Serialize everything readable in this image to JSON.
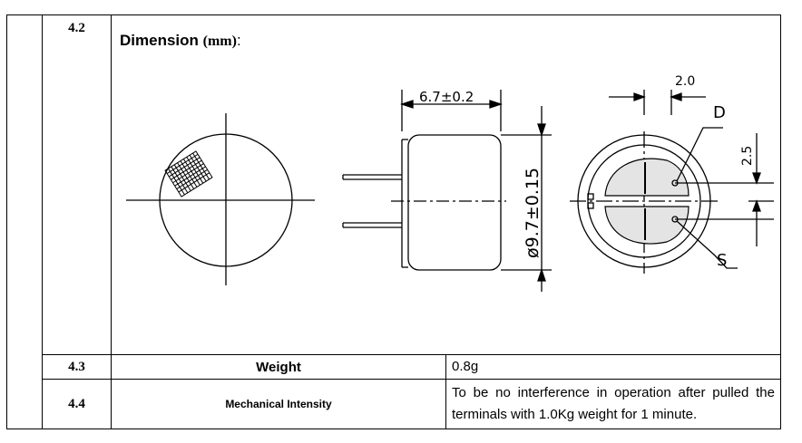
{
  "sections": [
    {
      "number": "4.2",
      "title": "Dimension",
      "unit": "(mm)",
      "colon": ":"
    },
    {
      "number": "4.3",
      "label": "Weight",
      "value": "0.8g"
    },
    {
      "number": "4.4",
      "label": "Mechanical Intensity",
      "value": "To be no interference in operation after pulled the terminals with 1.0Kg weight for 1 minute."
    }
  ],
  "drawing": {
    "length_label": "6.7±0.2",
    "diameter_label": "ø9.7±0.15",
    "pin_spacing_label": "2.0",
    "pin_offset_label": "2.5",
    "pin_d_label": "D",
    "pin_s_label": "S"
  }
}
